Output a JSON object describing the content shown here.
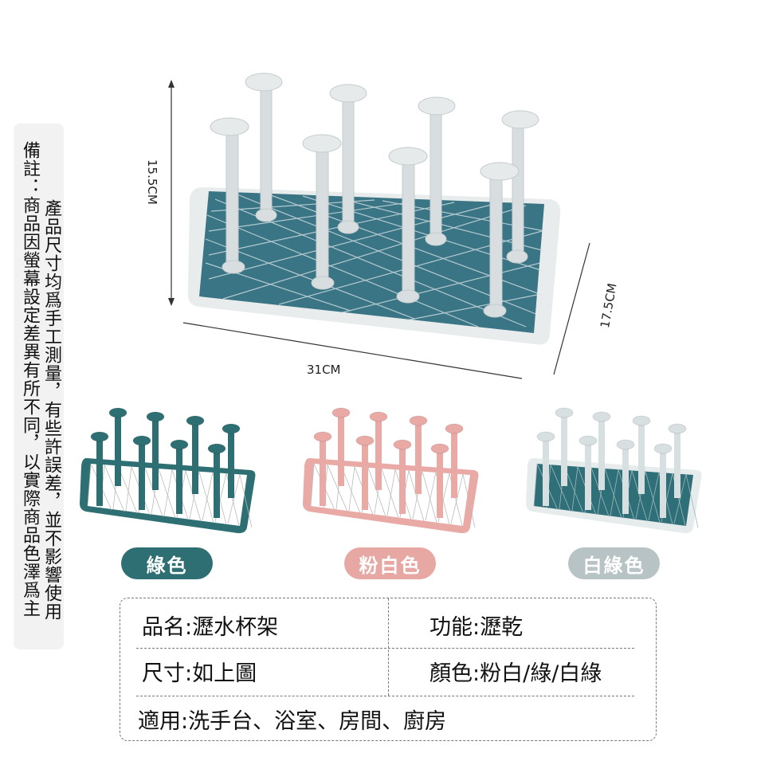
{
  "note": {
    "line1": "產品尺寸均爲手工測量，有些許誤差，並不影響使用",
    "line2": "備註：商品因螢幕設定差異有所不同，以實際商品色澤爲主"
  },
  "dimensions": {
    "height": "15.5CM",
    "length": "31CM",
    "width": "17.5CM"
  },
  "variants": [
    {
      "label": "綠色",
      "color": "#2e6f73",
      "tray": "#2e6f73",
      "grid": "#ffffff",
      "peg": "#2e6f73"
    },
    {
      "label": "粉白色",
      "color": "#e7a8a4",
      "tray": "#e9aaa6",
      "grid": "#ffffff",
      "peg": "#e9aaa6"
    },
    {
      "label": "白綠色",
      "color": "#b8c3c6",
      "tray": "#e6ebeb",
      "grid": "#2f6f78",
      "peg": "#d8dfe0"
    }
  ],
  "specs": {
    "name": "品名:瀝水杯架",
    "function": "功能:瀝乾",
    "size": "尺寸:如上圖",
    "colors": "顏色:粉白/綠/白綠",
    "usage": "適用:洗手台、浴室、房間、廚房"
  }
}
